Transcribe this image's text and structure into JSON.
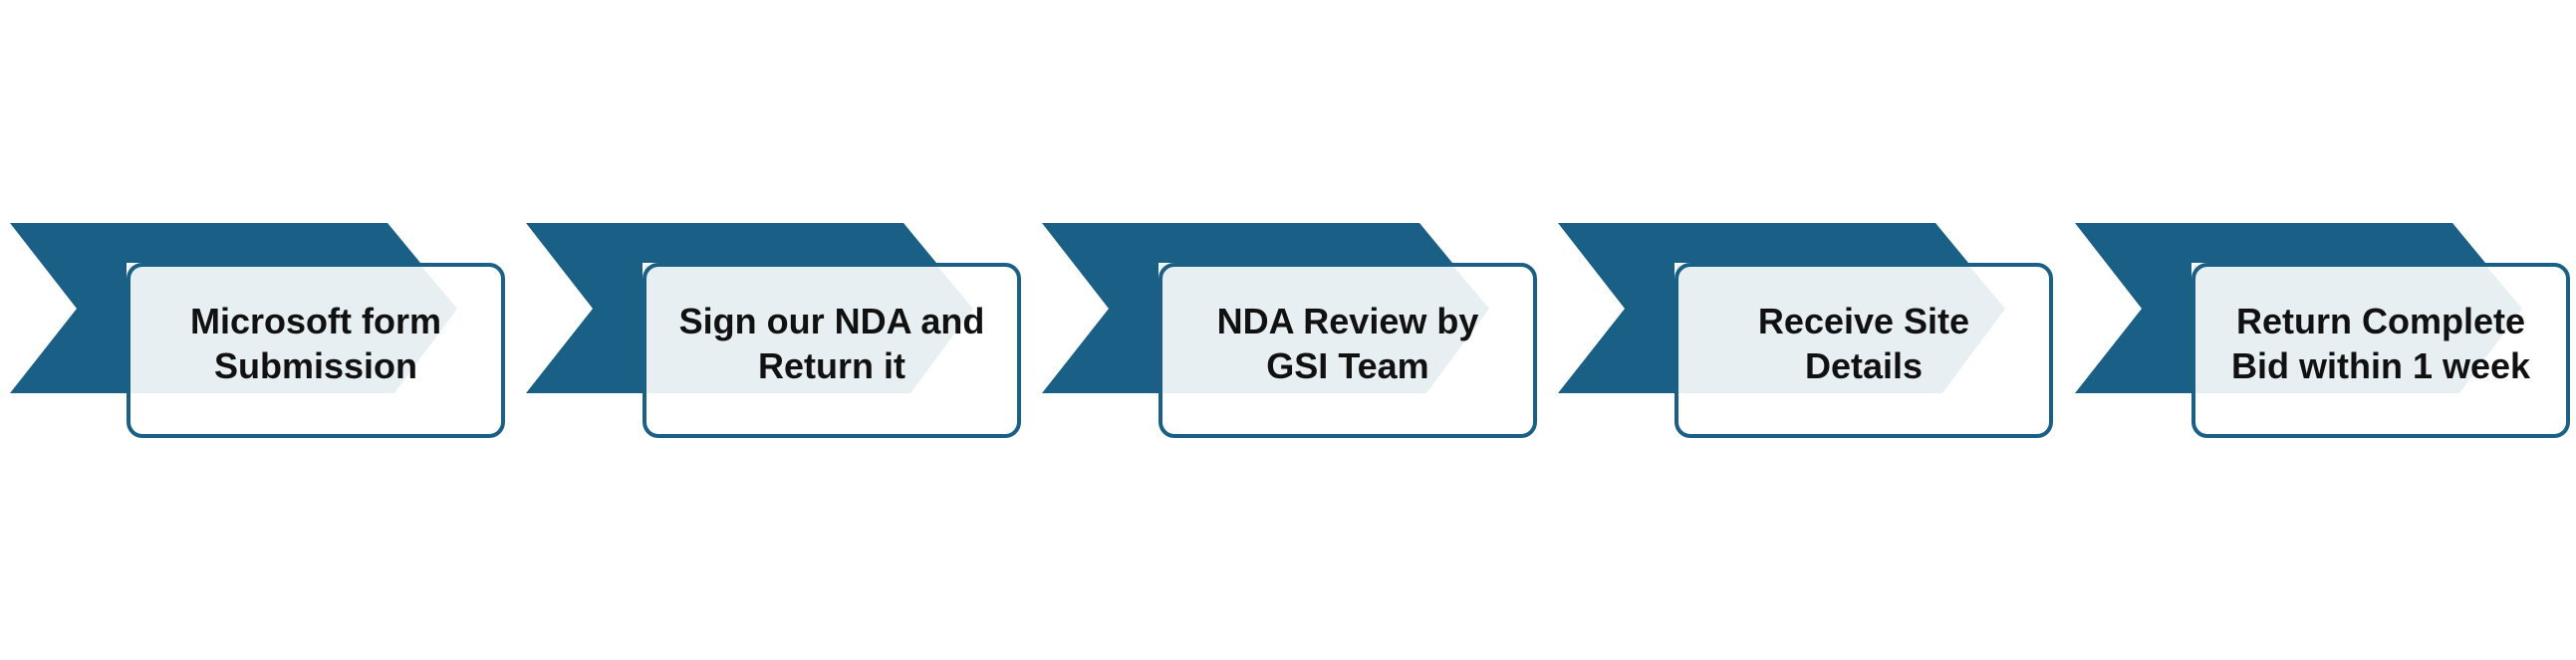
{
  "steps": [
    {
      "label": "Microsoft form\nSubmission"
    },
    {
      "label": "Sign our NDA and\nReturn it"
    },
    {
      "label": "NDA Review by\nGSI Team"
    },
    {
      "label": "Receive Site\nDetails"
    },
    {
      "label": "Return Complete\nBid within 1 week"
    }
  ],
  "colors": {
    "chevron": "#1a6086",
    "card_fill": "#e8eff3",
    "card_border": "#1a6086",
    "text": "#111111"
  }
}
